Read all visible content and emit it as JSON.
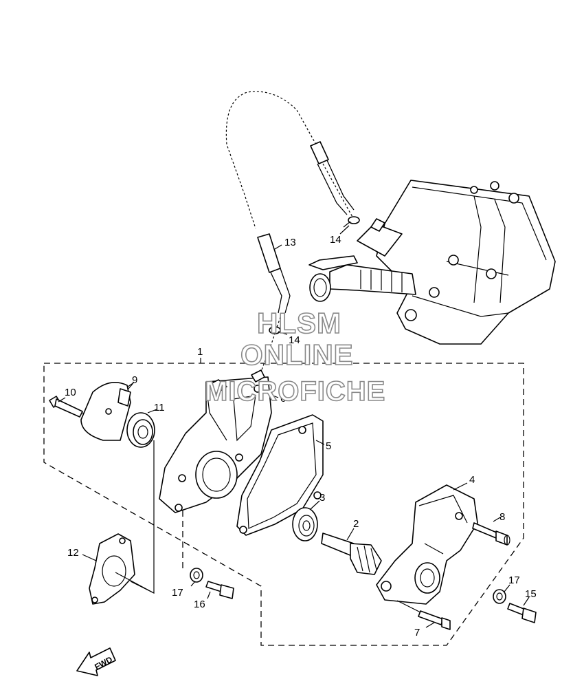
{
  "callouts": [
    {
      "id": "1",
      "text": "1"
    },
    {
      "id": "2",
      "text": "2"
    },
    {
      "id": "3",
      "text": "3"
    },
    {
      "id": "4",
      "text": "4"
    },
    {
      "id": "5",
      "text": "5"
    },
    {
      "id": "6",
      "text": "6"
    },
    {
      "id": "7",
      "text": "7"
    },
    {
      "id": "8",
      "text": "8"
    },
    {
      "id": "9",
      "text": "9"
    },
    {
      "id": "10",
      "text": "10"
    },
    {
      "id": "11",
      "text": "11"
    },
    {
      "id": "12",
      "text": "12"
    },
    {
      "id": "13",
      "text": "13"
    },
    {
      "id": "14a",
      "text": "14"
    },
    {
      "id": "14b",
      "text": "14"
    },
    {
      "id": "15",
      "text": "15"
    },
    {
      "id": "16",
      "text": "16"
    },
    {
      "id": "17a",
      "text": "17"
    },
    {
      "id": "17b",
      "text": "17"
    }
  ],
  "watermark": {
    "line1": "HLSM",
    "line2": "ONLINE",
    "line3": "MICROFICHE"
  },
  "direction_label": "FWD"
}
